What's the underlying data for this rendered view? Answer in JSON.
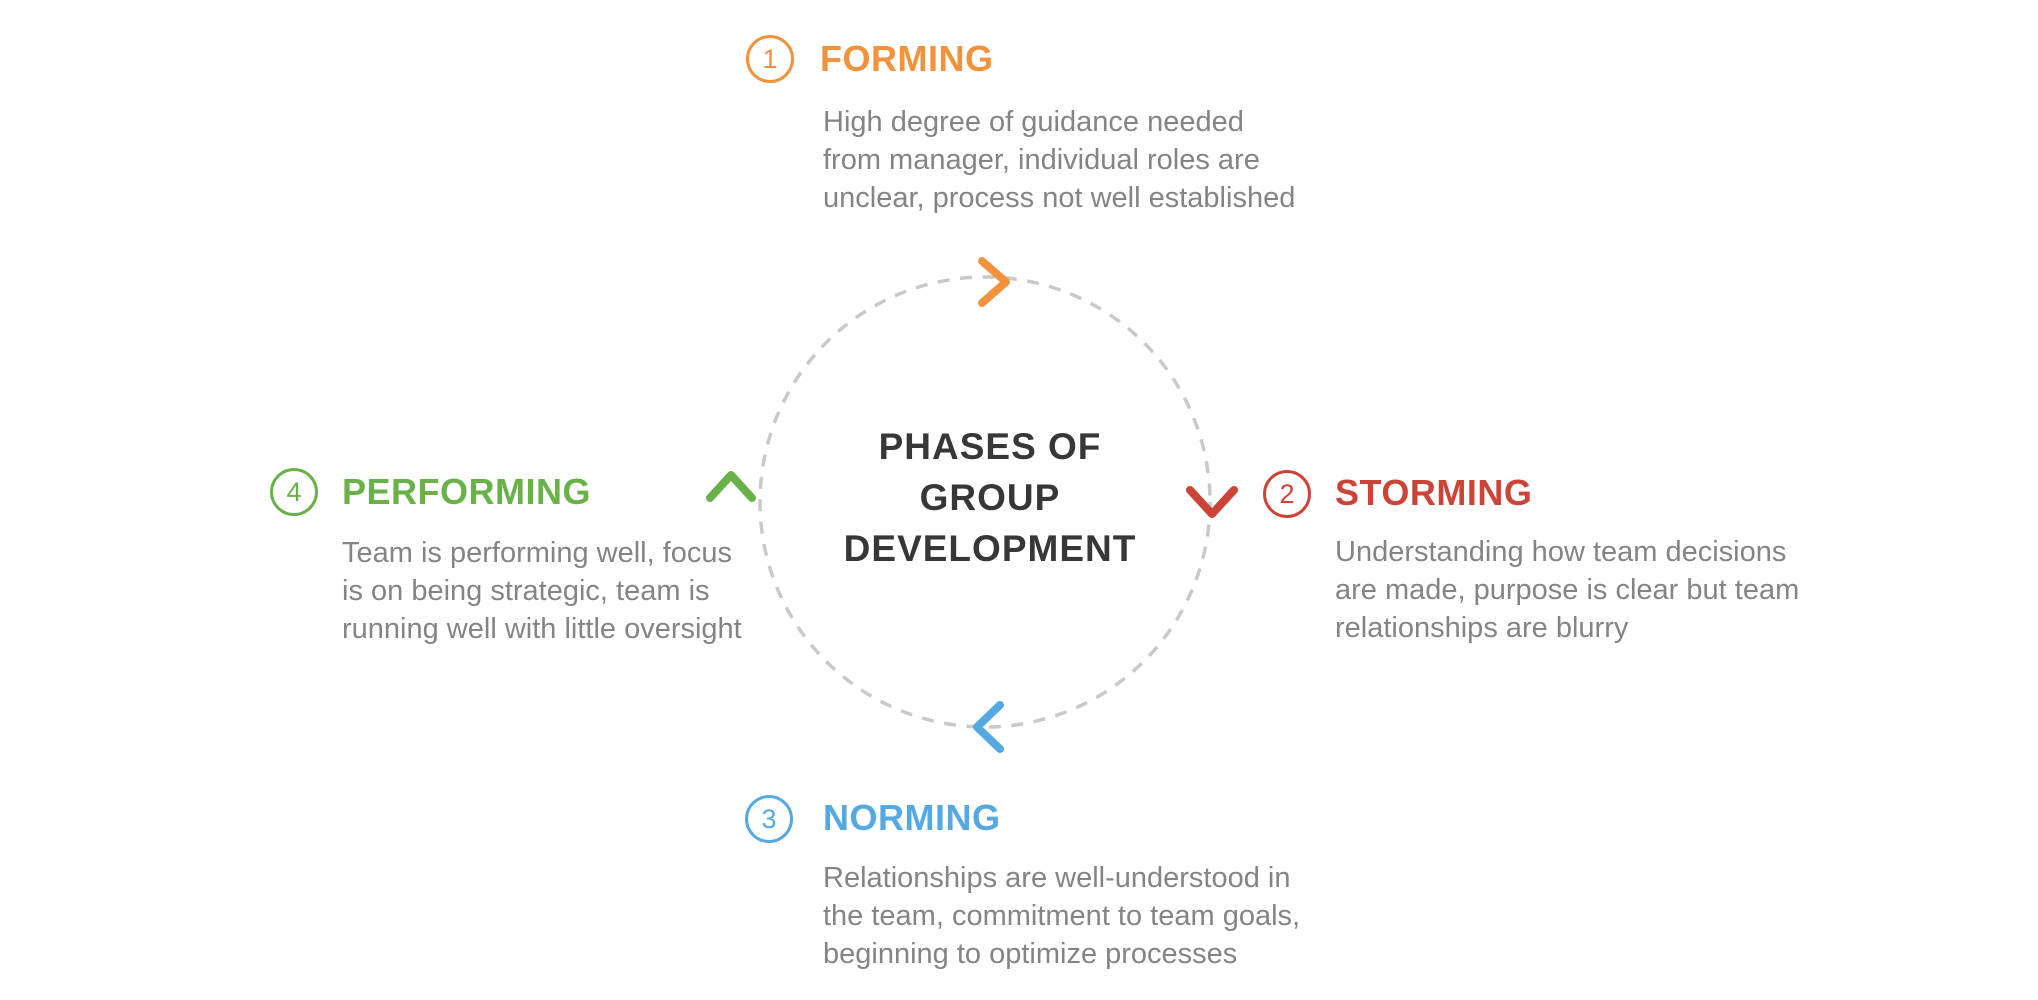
{
  "title_lines": [
    "PHASES OF",
    "GROUP",
    "DEVELOPMENT"
  ],
  "colors": {
    "forming": "#F2923C",
    "storming": "#CC4437",
    "norming": "#55A9E1",
    "performing": "#69B24A",
    "desc": "#848484",
    "heading": "#373737",
    "circle": "#C9C9C9"
  },
  "phases": [
    {
      "number": "1",
      "name": "FORMING",
      "desc_lines": [
        "High degree of guidance needed",
        "from manager, individual roles are",
        "unclear, process not well established"
      ]
    },
    {
      "number": "2",
      "name": "STORMING",
      "desc_lines": [
        "Understanding how team decisions",
        "are made, purpose is clear but team",
        "relationships are blurry"
      ]
    },
    {
      "number": "3",
      "name": "NORMING",
      "desc_lines": [
        "Relationships are well-understood in",
        "the team, commitment to team goals,",
        "beginning to optimize processes"
      ]
    },
    {
      "number": "4",
      "name": "PERFORMING",
      "desc_lines": [
        "Team is performing well, focus",
        "is on being strategic, team is",
        "running well with little oversight"
      ]
    }
  ]
}
